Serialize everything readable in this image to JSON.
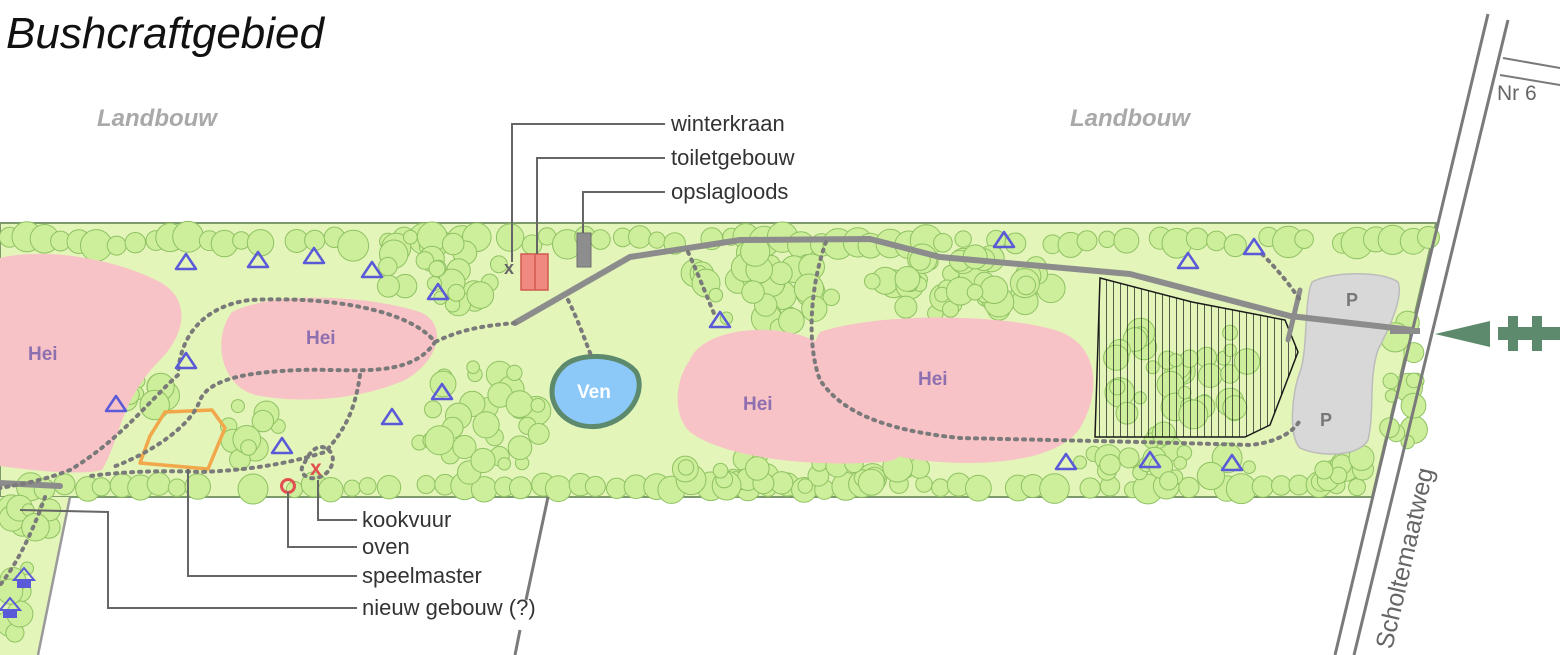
{
  "title": "Bushcraftgebied",
  "landuse_labels": [
    "Landbouw",
    "Landbouw"
  ],
  "legend": {
    "winterkraan": "winterkraan",
    "toiletgebouw": "toiletgebouw",
    "opslagloods": "opslagloods",
    "kookvuur": "kookvuur",
    "oven": "oven",
    "speelmaster": "speelmaster",
    "nieuw_gebouw": "nieuw gebouw (?)"
  },
  "areas": {
    "hei_1": "Hei",
    "hei_2": "Hei",
    "hei_3": "Hei",
    "hei_4": "Hei",
    "ven": "Ven"
  },
  "parking": [
    "P",
    "P"
  ],
  "road": "Scholtemaatweg",
  "house_number": "Nr 6",
  "markers": {
    "tap": "x",
    "fire": "x",
    "oven": "o"
  },
  "icons": {
    "tent": "tent-icon",
    "caravan": "caravan-icon",
    "entrance": "entrance-arrow-icon"
  },
  "colors": {
    "grass": "#e3f5b9",
    "tree_fill": "#cdee9a",
    "tree_stroke": "#8fc263",
    "heath": "#f8c3c6",
    "water": "#8cc8f8",
    "water_border": "#5d8a6c",
    "parking": "#d8d8d8",
    "building_toilet": "#f08a80",
    "building_storage": "#8d8d8d",
    "tent": "#5a5ad8",
    "entrance": "#5d8a6c",
    "play_area": "#f1a74a",
    "fire_marker": "#e05050"
  }
}
